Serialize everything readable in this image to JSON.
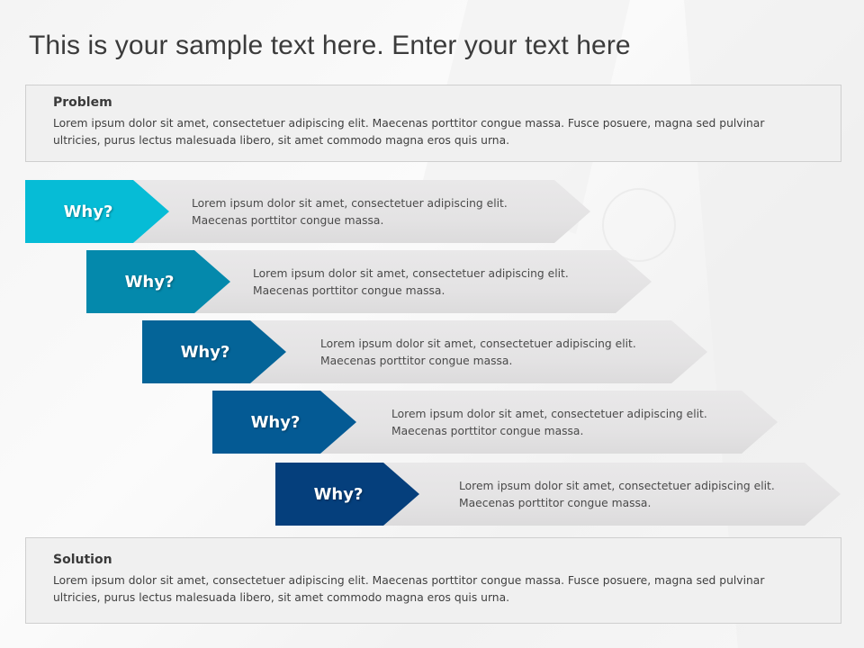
{
  "title": "This is your sample text here. Enter your text here",
  "problem": {
    "heading": "Problem",
    "line1": "Lorem ipsum dolor sit amet, consectetuer adipiscing elit. Maecenas porttitor  congue massa. Fusce posuere, magna sed pulvinar",
    "line2": "ultricies, purus lectus malesuada libero, sit amet commodo  magna eros quis urna."
  },
  "whys": [
    {
      "label": "Why?",
      "line1": "Lorem ipsum dolor sit amet, consectetuer adipiscing elit.",
      "line2": "Maecenas porttitor  congue massa.",
      "color": "#06bcd6"
    },
    {
      "label": "Why?",
      "line1": "Lorem ipsum dolor sit amet, consectetuer adipiscing elit.",
      "line2": "Maecenas porttitor  congue massa.",
      "color": "#0489ac"
    },
    {
      "label": "Why?",
      "line1": "Lorem ipsum dolor sit amet, consectetuer adipiscing elit.",
      "line2": "Maecenas porttitor  congue massa.",
      "color": "#046498"
    },
    {
      "label": "Why?",
      "line1": "Lorem ipsum dolor sit amet, consectetuer adipiscing elit.",
      "line2": "Maecenas porttitor  congue massa.",
      "color": "#045a94"
    },
    {
      "label": "Why?",
      "line1": "Lorem ipsum dolor sit amet, consectetuer adipiscing elit.",
      "line2": "Maecenas porttitor  congue massa.",
      "color": "#053f7c"
    }
  ],
  "solution": {
    "heading": "Solution",
    "line1": "Lorem ipsum dolor sit amet, consectetuer adipiscing elit. Maecenas porttitor  congue massa. Fusce posuere, magna sed pulvinar",
    "line2": "ultricies, purus lectus malesuada libero, sit amet commodo  magna eros quis urna."
  }
}
